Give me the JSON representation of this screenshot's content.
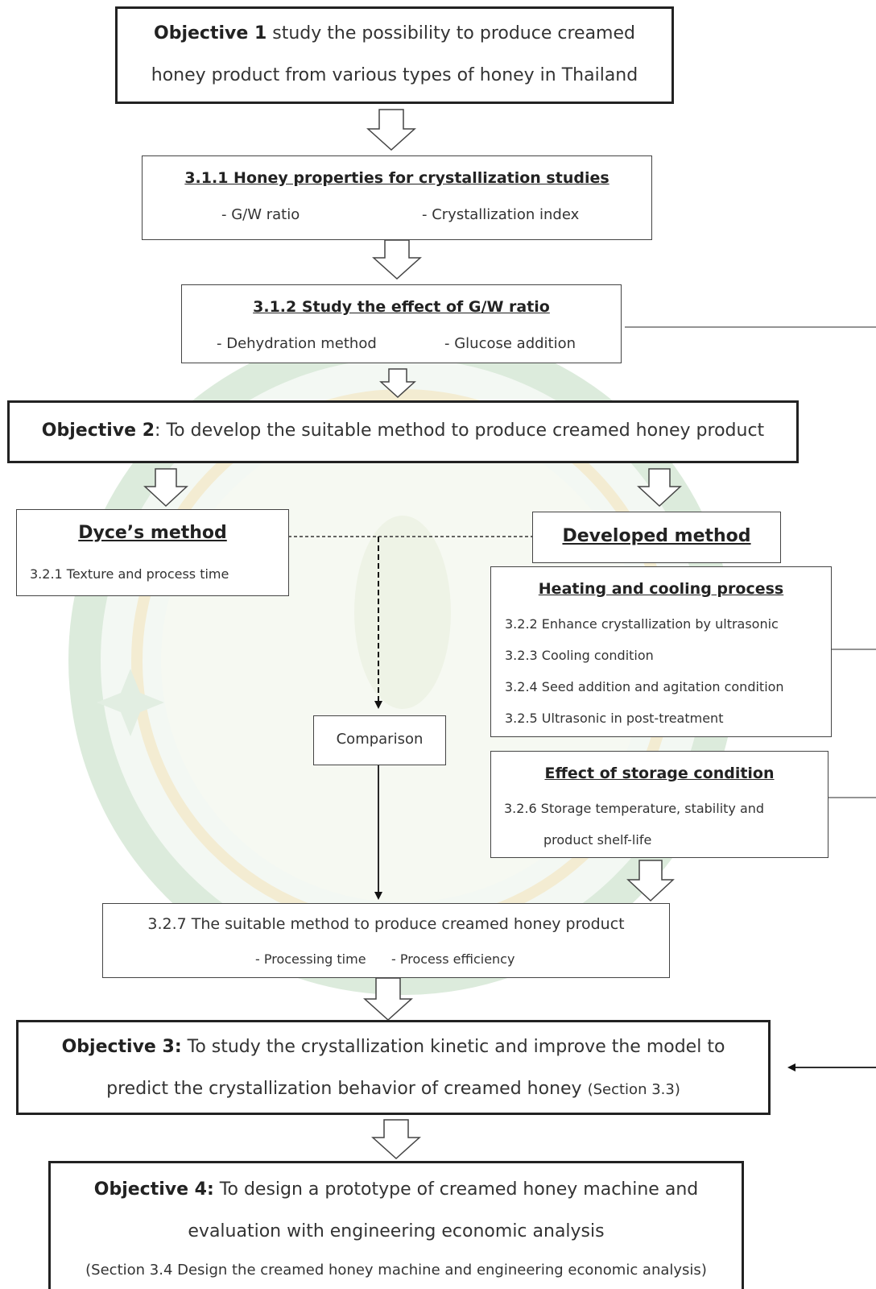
{
  "objective1": {
    "label": "Objective 1",
    "text_line1": "study the possibility to produce creamed",
    "text_line2": "honey product from various types of honey in Thailand"
  },
  "s311": {
    "title": "3.1.1 Honey properties for crystallization studies",
    "item1": "- G/W ratio",
    "item2": "- Crystallization index"
  },
  "s312": {
    "title": "3.1.2 Study the effect of G/W ratio",
    "item1": "- Dehydration method",
    "item2": "- Glucose addition"
  },
  "objective2": {
    "label": "Objective 2",
    "text": ": To develop the suitable method to produce creamed honey product"
  },
  "dyce": {
    "title": "Dyce’s method",
    "item": "3.2.1 Texture and process time"
  },
  "developed": {
    "title": "Developed method"
  },
  "heating": {
    "title": "Heating and cooling process",
    "items": [
      "3.2.2 Enhance crystallization by ultrasonic",
      "3.2.3 Cooling condition",
      "3.2.4 Seed addition and agitation condition",
      "3.2.5 Ultrasonic in post-treatment"
    ]
  },
  "comparison": {
    "label": "Comparison"
  },
  "storage": {
    "title": "Effect of storage condition",
    "item_line1": "3.2.6 Storage temperature, stability and",
    "item_line2": "product shelf-life"
  },
  "s327": {
    "title": "3.2.7 The suitable method to produce creamed honey product",
    "item1": "- Processing time",
    "item2": "- Process efficiency"
  },
  "objective3": {
    "label": "Objective 3:",
    "text_line1": "To study the crystallization kinetic and improve the model to",
    "text_line2": "predict the crystallization behavior of creamed honey",
    "section": "(Section 3.3)"
  },
  "objective4": {
    "label": "Objective 4:",
    "text_line1": "To design a prototype of creamed honey machine and",
    "text_line2": "evaluation with engineering economic analysis",
    "text_line3": "(Section 3.4 Design the creamed honey machine and engineering economic analysis)"
  },
  "colors": {
    "watermark": "#d9ead9",
    "watermark_gold": "#f0e6c4",
    "border": "#222222"
  }
}
